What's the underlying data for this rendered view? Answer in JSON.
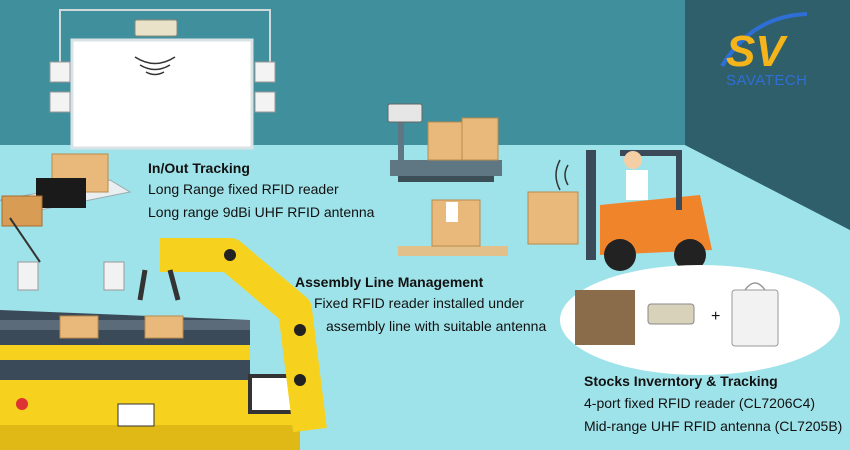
{
  "brand": {
    "name": "SAVATECH",
    "monogram": "SV",
    "colors": {
      "gold": "#f5b41a",
      "blue": "#2e6fd6"
    }
  },
  "sections": {
    "in_out": {
      "heading": "In/Out Tracking",
      "lines": [
        "Long Range fixed RFID reader",
        "Long range 9dBi UHF RFID antenna"
      ]
    },
    "assembly": {
      "heading": "Assembly Line Management",
      "lines": [
        "Fixed RFID reader installed under",
        "assembly line with suitable antenna"
      ]
    },
    "stocks": {
      "heading": "Stocks Inverntory & Tracking",
      "lines": [
        "4-port fixed RFID reader (CL7206C4)",
        "Mid-range UHF RFID antenna (CL7205B)"
      ]
    }
  },
  "symbols": {
    "plus": "+"
  },
  "colors": {
    "wall": "#3f8f9c",
    "floor": "#9fe3ea",
    "box": "#e8b97a",
    "robot_arm": "#f6d21f",
    "forklift": "#f0842a",
    "conveyor": "#3b4a58"
  }
}
